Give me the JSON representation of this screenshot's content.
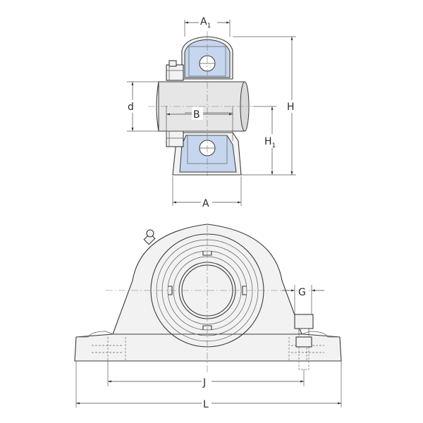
{
  "dimensions": {
    "A1": {
      "main": "A",
      "sub": "1"
    },
    "d": "d",
    "B": "B",
    "H": "H",
    "H1": {
      "main": "H",
      "sub": "1"
    },
    "A": "A",
    "G": "G",
    "J": "J",
    "L": "L"
  },
  "colors": {
    "bearing_insert": "#c5d6ee",
    "housing": "#f2f2f2",
    "line": "#3a3a3a"
  }
}
